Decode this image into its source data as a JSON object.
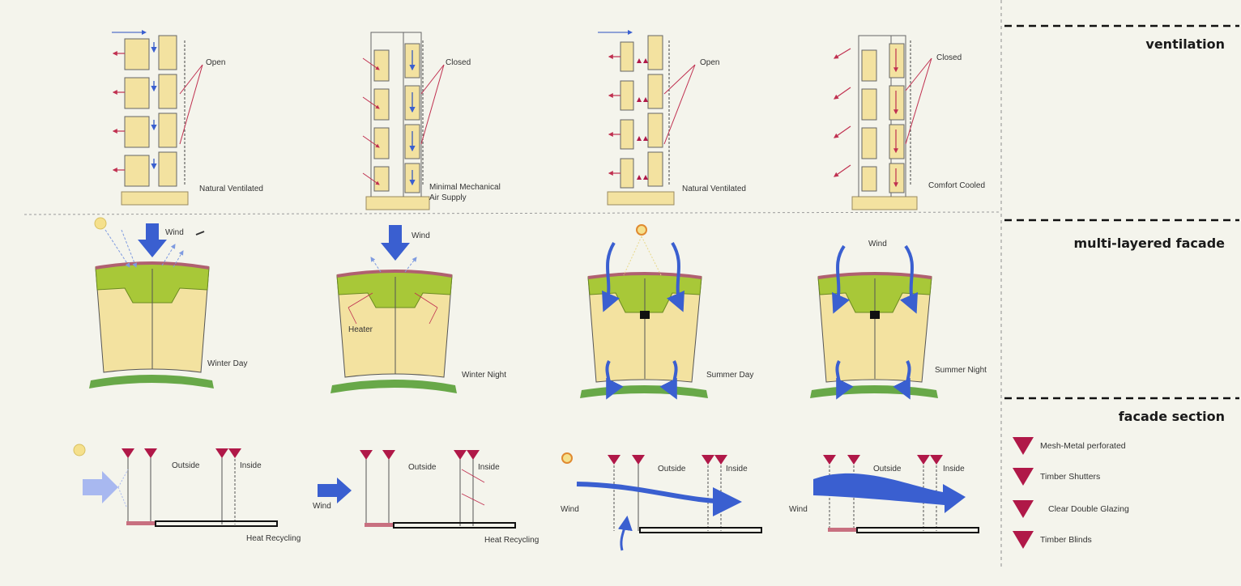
{
  "sections": {
    "ventilation": "ventilation",
    "facade": "multi-layered facade",
    "section": "facade section"
  },
  "vent": [
    {
      "state": "Open",
      "mode": "Natural Ventilated"
    },
    {
      "state": "Closed",
      "mode": "Minimal Mechanical",
      "mode2": "Air Supply"
    },
    {
      "state": "Open",
      "mode": "Natural Ventilated"
    },
    {
      "state": "Closed",
      "mode": "Comfort Cooled"
    }
  ],
  "facade": {
    "wind": "Wind",
    "seasons": [
      "Winter Day",
      "Winter Night",
      "Summer Day",
      "Summer Night"
    ],
    "heater": "Heater"
  },
  "section": {
    "outside": "Outside",
    "inside": "Inside",
    "heat": "Heat Recycling",
    "wind": "Wind"
  },
  "legend": [
    "Mesh-Metal perforated",
    "Timber Shutters",
    "Clear Double Glazing",
    "Timber Blinds"
  ],
  "colors": {
    "panel": "#f3e2a0",
    "green": "#a8c838",
    "strip": "#68a848",
    "arrow": "#3a5fd0",
    "marker": "#b01848"
  }
}
